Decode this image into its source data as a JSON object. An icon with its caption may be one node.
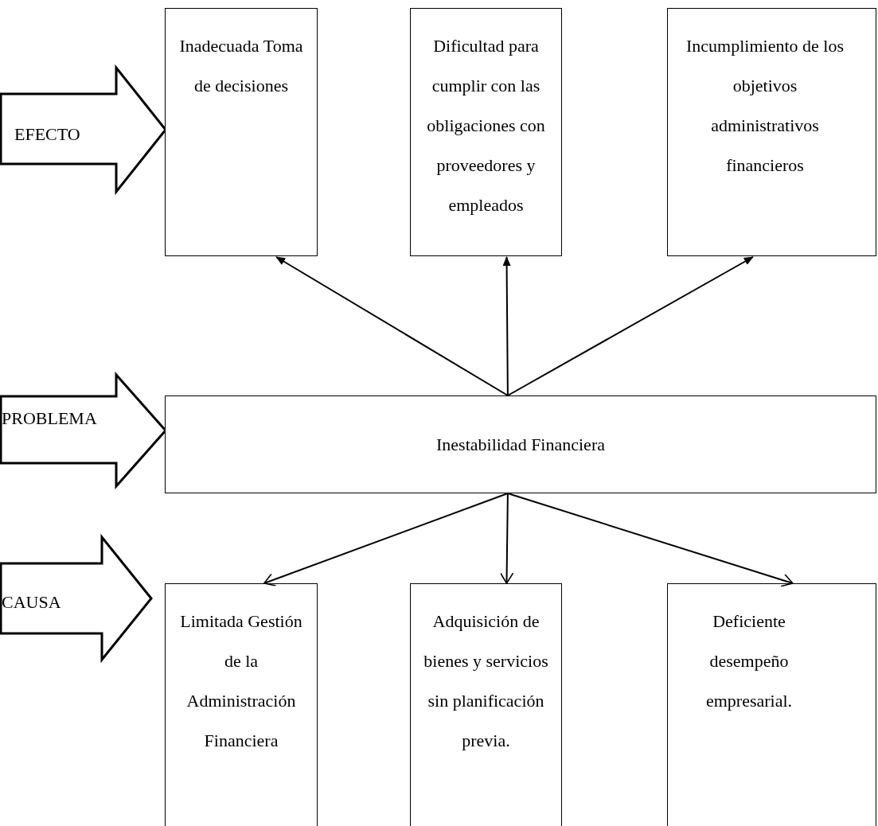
{
  "diagram": {
    "nodes": [
      {
        "text": [
          "EFECTO"
        ]
      },
      {
        "text": [
          "Inadecuada Toma de decisiones"
        ]
      },
      {
        "text": [
          "Dificultad para cumplir con las obligaciones con proveedores y empleados"
        ]
      },
      {
        "text": [
          "Incumplimiento de los objetivos administrativos financieros"
        ]
      },
      {
        "text": [
          "PROBLEMA"
        ]
      },
      {
        "text": [
          "Inestabilidad Financiera"
        ]
      },
      {
        "text": [
          "CAUSA"
        ]
      },
      {
        "text": [
          "Limitada Gestión de la Administración Financiera"
        ]
      },
      {
        "text": [
          "Adquisición de bienes y servicios sin planificación previa."
        ]
      },
      {
        "text": [
          "Deficiente desempeño empresarial."
        ]
      }
    ],
    "edges": [
      {
        "from": 5,
        "to": 1,
        "arrow": "to"
      },
      {
        "from": 5,
        "to": 2,
        "arrow": "to"
      },
      {
        "from": 5,
        "to": 3,
        "arrow": "to"
      },
      {
        "from": 5,
        "to": 7,
        "arrow": "to"
      },
      {
        "from": 5,
        "to": 8,
        "arrow": "to"
      },
      {
        "from": 5,
        "to": 9,
        "arrow": "to"
      }
    ]
  }
}
